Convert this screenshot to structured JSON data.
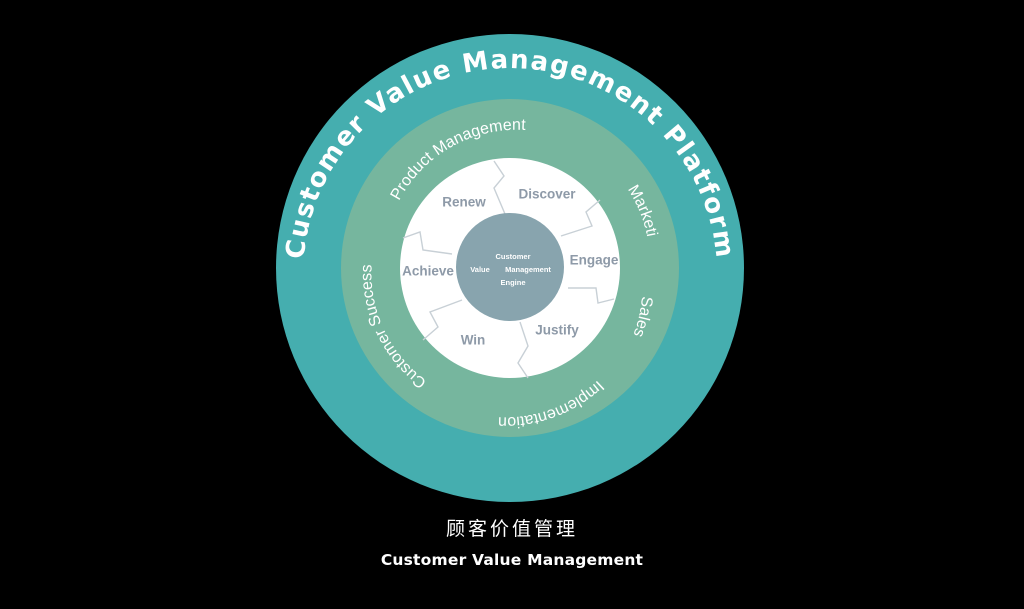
{
  "outer_ring": {
    "label_words": [
      "Customer",
      "Value",
      "Management",
      "Platform"
    ],
    "color": "#45aeaf"
  },
  "middle_ring": {
    "labels": [
      "Product Management",
      "Marketing",
      "Sales",
      "Implementation",
      "Customer Success"
    ],
    "color": "#76b69e"
  },
  "stages": {
    "labels": [
      "Discover",
      "Engage",
      "Justify",
      "Win",
      "Achieve",
      "Renew"
    ],
    "text_color": "#8e9aa8",
    "fill": "#ffffff"
  },
  "hub": {
    "line1": "Customer",
    "line2a": "Value",
    "line2b": "Management",
    "line3": "Engine",
    "color": "#88a4ae"
  },
  "caption": {
    "chinese": "顾客价值管理",
    "english": "Customer Value Management"
  },
  "background": "#000000"
}
